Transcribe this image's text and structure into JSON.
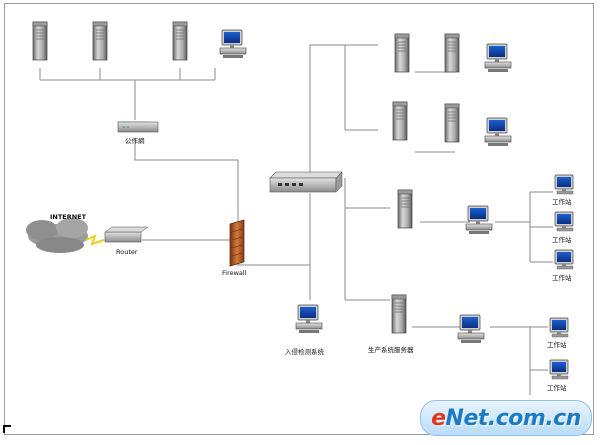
{
  "labels": {
    "s1": "",
    "s2": "",
    "s3": "",
    "s4_left": "",
    "s4_right": "",
    "hub": "公作網",
    "internet": "INTERNET",
    "router": "Router",
    "firewall": "Firewall",
    "switch": "",
    "mis": "",
    "safe1": "",
    "pc_r1": "",
    "sales": "",
    "safe2": "",
    "pc_r2": "",
    "office": "",
    "office_pc": "",
    "ws1": "工作站",
    "ws2": "工作站",
    "ws3": "工作站",
    "intrusion": "入侵检测系统",
    "prod": "生产系统服务器",
    "prod_pc": "",
    "ws4": "工作站",
    "ws5": "工作站"
  },
  "brand": {
    "e": "e",
    "rest": "Net.com.cn"
  }
}
